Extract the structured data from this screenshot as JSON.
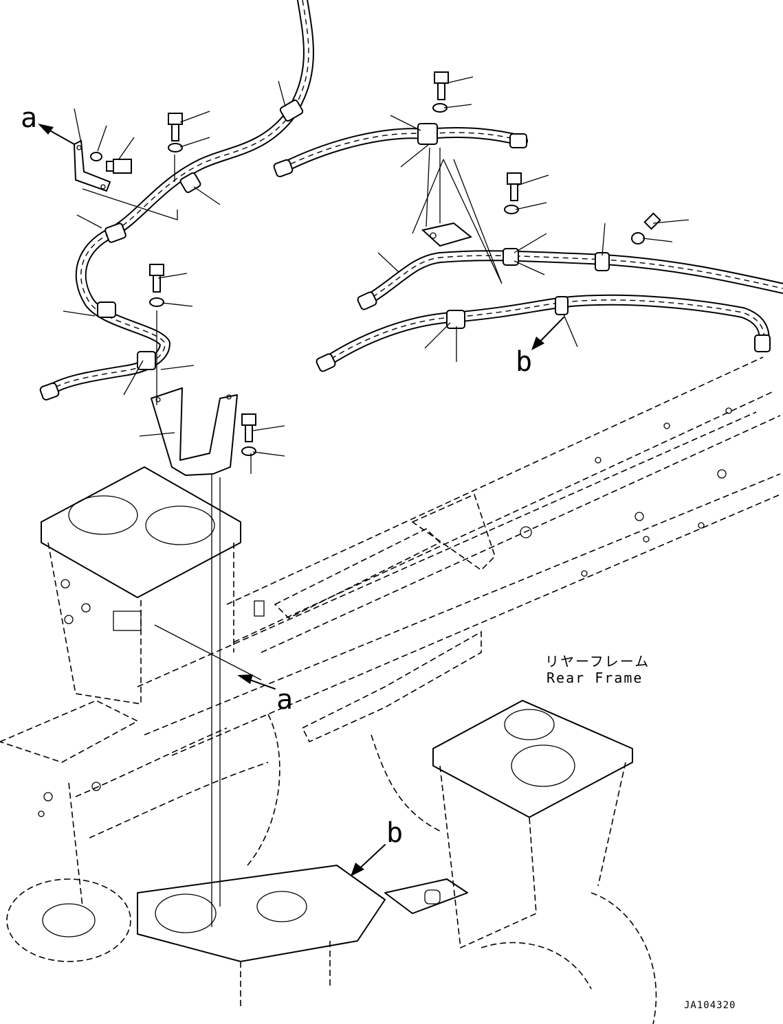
{
  "view_labels": {
    "a_upper": "a",
    "b_upper": "b",
    "a_lower": "a",
    "b_lower": "b"
  },
  "frame_label": {
    "jp": "リヤーフレーム",
    "en": "Rear Frame"
  },
  "drawing_code": "JA104320"
}
